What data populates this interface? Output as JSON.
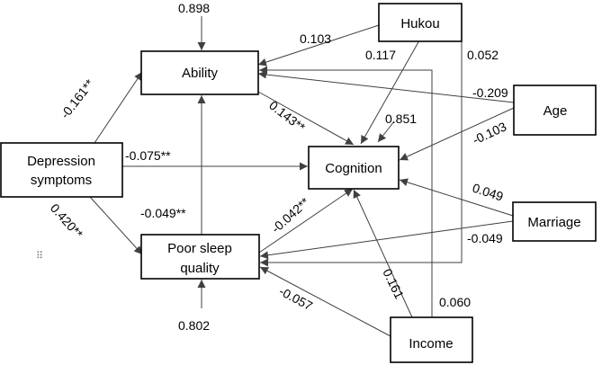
{
  "nodes": {
    "ability": "Ability",
    "hukou": "Hukou",
    "age": "Age",
    "depression_line1": "Depression",
    "depression_line2": "symptoms",
    "cognition": "Cognition",
    "marriage": "Marriage",
    "sleep_line1": "Poor sleep",
    "sleep_line2": "quality",
    "income": "Income"
  },
  "paths": {
    "ability_error": "0.898",
    "cognition_error": "0.851",
    "sleep_error": "0.802",
    "hukou_ability": "0.103",
    "hukou_cognition": "0.117",
    "income_ability": "0.052",
    "age_ability": "-0.209",
    "age_cognition": "-0.103",
    "depression_ability": "-0.161**",
    "ability_cognition": "0.143**",
    "depression_cognition": "-0.075**",
    "depression_sleep": "0.420**",
    "sleep_ability": "-0.049**",
    "sleep_cognition": "-0.042**",
    "marriage_cognition": "0.049",
    "marriage_sleep": "-0.049",
    "income_sleep": "-0.057",
    "income_cognition": "0.161",
    "hukou_sleep": "0.060"
  },
  "drag_handle": "⠿"
}
